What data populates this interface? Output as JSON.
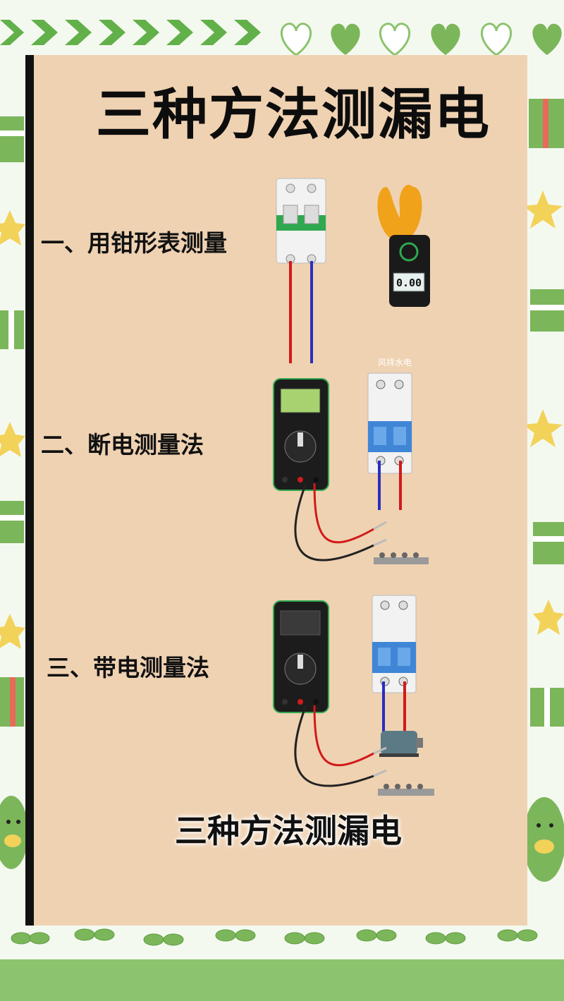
{
  "title": "三种方法测漏电",
  "methods": [
    {
      "label": "一、用钳形表测量"
    },
    {
      "label": "二、断电测量法"
    },
    {
      "label": "三、带电测量法"
    }
  ],
  "clamp_meter": {
    "display": "0.00"
  },
  "watermark": "风祥水电",
  "bottom_title": "三种方法测漏电",
  "colors": {
    "background": "#efd2b2",
    "border_frame": "#f4f9f0",
    "accent_green": "#7cb65a",
    "wire_red": "#d11a1a",
    "wire_blue": "#2a2fbf",
    "breaker_blue": "#3f86d6"
  }
}
